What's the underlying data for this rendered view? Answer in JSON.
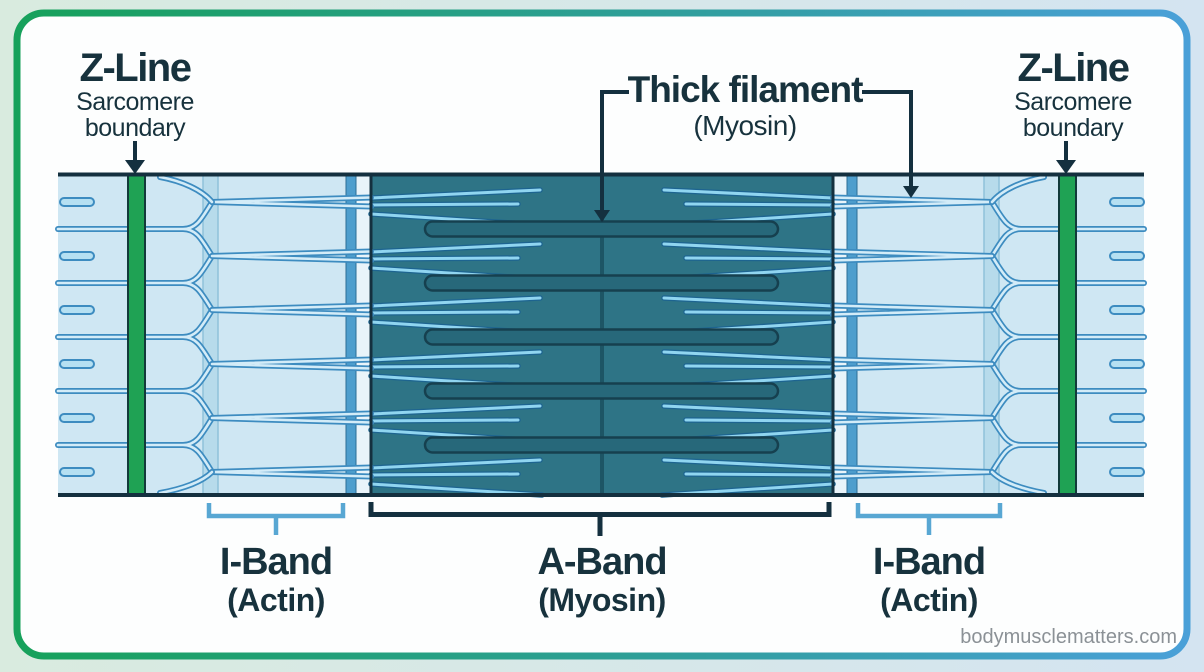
{
  "labels": {
    "z_line_left": {
      "title": "Z-Line",
      "subtitle_lines": [
        "Sarcomere",
        "boundary"
      ]
    },
    "thick_filament": {
      "title": "Thick filament",
      "subtitle": "(Myosin)"
    },
    "z_line_right": {
      "title": "Z-Line",
      "subtitle_lines": [
        "Sarcomere",
        "boundary"
      ]
    },
    "i_band_left": {
      "title": "I-Band",
      "subtitle": "(Actin)"
    },
    "a_band": {
      "title": "A-Band",
      "subtitle": "(Myosin)"
    },
    "i_band_right": {
      "title": "I-Band",
      "subtitle": "(Actin)"
    }
  },
  "watermark": "bodymusclematters.com",
  "colors": {
    "text": "#17323d",
    "annotation_dark": "#14303f",
    "i_band_background": "#cfe7f3",
    "a_band_background": "#2e7486",
    "thick_filament_rod": "#27687a",
    "m_line": "#1d5565",
    "z_line_green": "#1fa254",
    "actin_outline": "#3d8cc0",
    "actin_core": "#d3ecf8",
    "i_band_bracket": "#58a7d3",
    "border_green": "#17a15b",
    "border_blue": "#4aa0d8",
    "watermark_gray": "#8b9196"
  }
}
